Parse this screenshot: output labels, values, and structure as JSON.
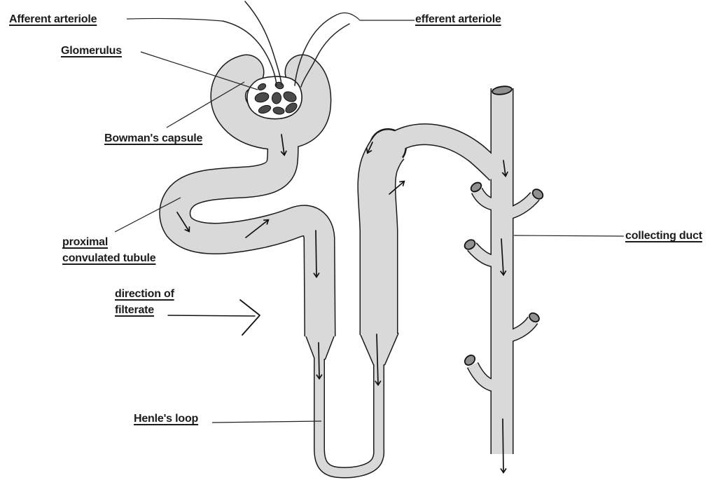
{
  "diagram": {
    "labels": {
      "afferent_arteriole": "Afferent arteriole",
      "efferent_arteriole": "efferent arteriole",
      "glomerulus": "Glomerulus",
      "bowmans_capsule": "Bowman's capsule",
      "proximal_line1": "proximal",
      "proximal_line2": "convulated tubule",
      "direction_line1": "direction of",
      "direction_line2": "filterate",
      "henles_loop": "Henle's loop",
      "collecting_duct": "collecting duct"
    },
    "colors": {
      "background": "#ffffff",
      "tube_fill": "#d9d9d9",
      "outline": "#1a1a1a",
      "glomerulus_blob": "#4a4a4a",
      "cut_end_fill": "#909090",
      "text": "#1c1c1c"
    }
  }
}
